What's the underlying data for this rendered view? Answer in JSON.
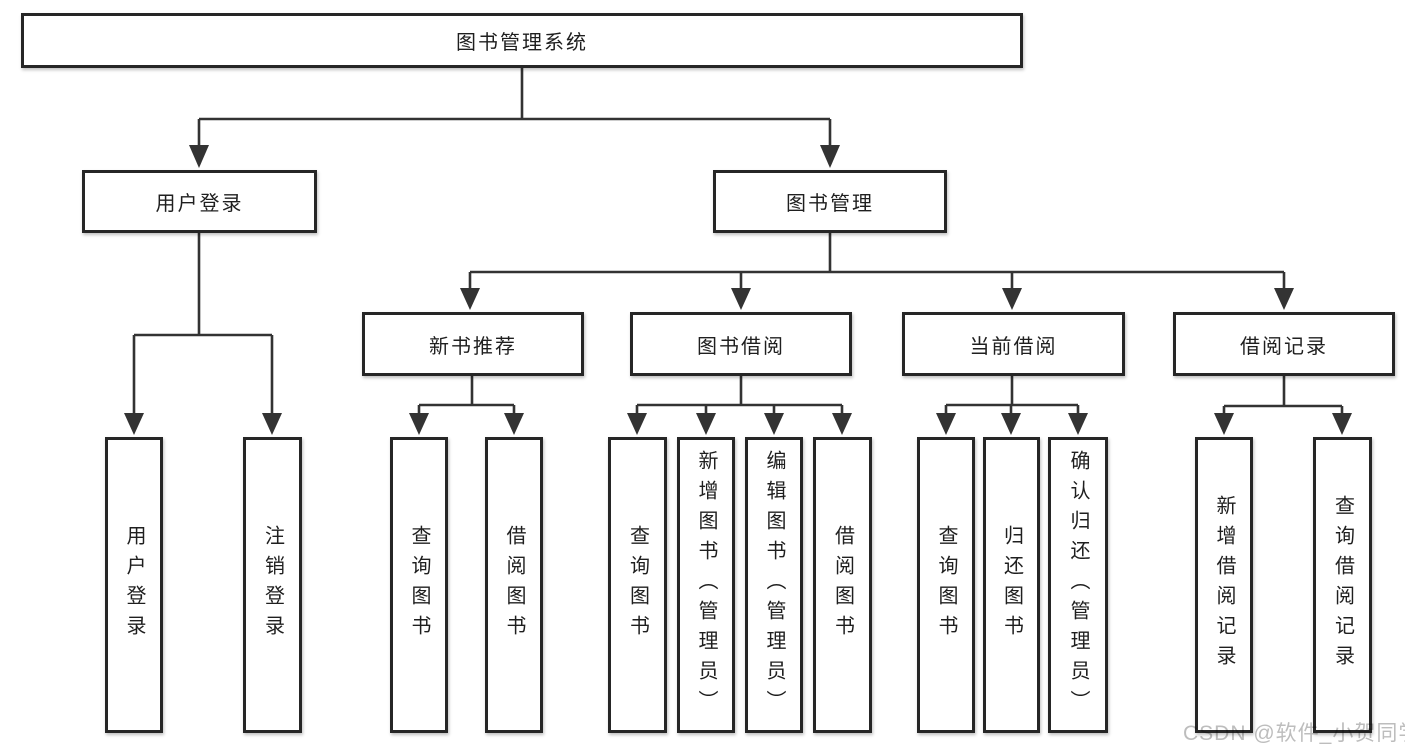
{
  "tree": {
    "label": "图书管理系统",
    "children": [
      {
        "label": "用户登录",
        "children": [
          {
            "label": "用户登录"
          },
          {
            "label": "注销登录"
          }
        ]
      },
      {
        "label": "图书管理",
        "children": [
          {
            "label": "新书推荐",
            "children": [
              {
                "label": "查询图书"
              },
              {
                "label": "借阅图书"
              }
            ]
          },
          {
            "label": "图书借阅",
            "children": [
              {
                "label": "查询图书"
              },
              {
                "label": "新增图书（管理员）"
              },
              {
                "label": "编辑图书（管理员）"
              },
              {
                "label": "借阅图书"
              }
            ]
          },
          {
            "label": "当前借阅",
            "children": [
              {
                "label": "查询图书"
              },
              {
                "label": "归还图书"
              },
              {
                "label": "确认归还（管理员）"
              }
            ]
          },
          {
            "label": "借阅记录",
            "children": [
              {
                "label": "新增借阅记录"
              },
              {
                "label": "查询借阅记录"
              }
            ]
          }
        ]
      }
    ]
  },
  "watermark": "CSDN @软件_小贺同学",
  "colors": {
    "background": "#ffffff",
    "line": "#333333",
    "box_border": "#262626",
    "box_fill": "#ffffff",
    "text": "#1f1f1f",
    "watermark": "#bdbdbd"
  }
}
